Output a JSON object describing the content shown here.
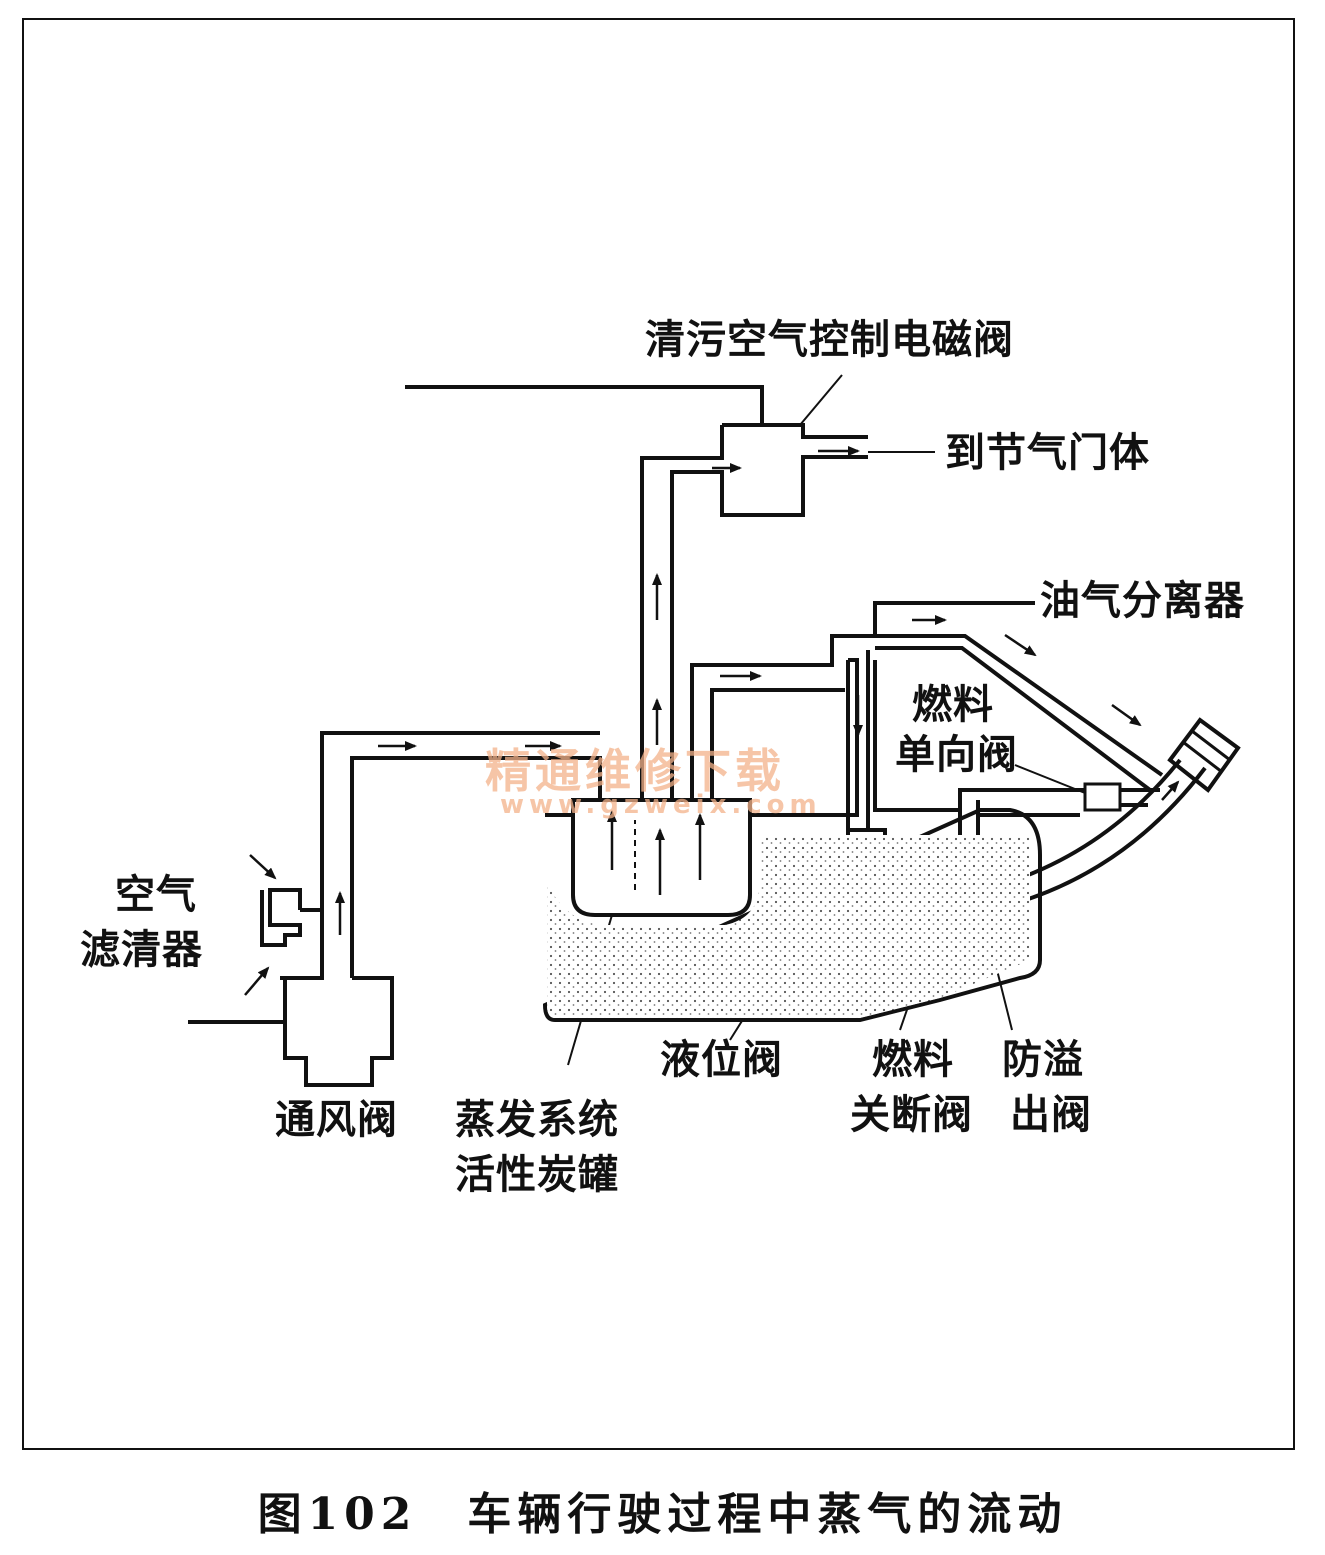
{
  "labels": {
    "purge_valve": "清污空气控制电磁阀",
    "to_throttle": "到节气门体",
    "separator": "油气分离器",
    "check_valve_1": "燃料",
    "check_valve_2": "单向阀",
    "air_filter_1": "空气",
    "air_filter_2": "滤清器",
    "vent_valve": "通风阀",
    "canister_1": "蒸发系统",
    "canister_2": "活性炭罐",
    "level_valve": "液位阀",
    "cutoff_1": "燃料",
    "cutoff_2": "关断阀",
    "rollover_1": "防溢",
    "rollover_2": "出阀"
  },
  "watermark": {
    "title": "精通维修下载",
    "url": "www.gzweix.com"
  },
  "caption": "图102　车辆行驶过程中蒸气的流动",
  "colors": {
    "ink": "#111111",
    "watermark": "#f3b28a",
    "fuel_fill": "#e6e6e6"
  }
}
